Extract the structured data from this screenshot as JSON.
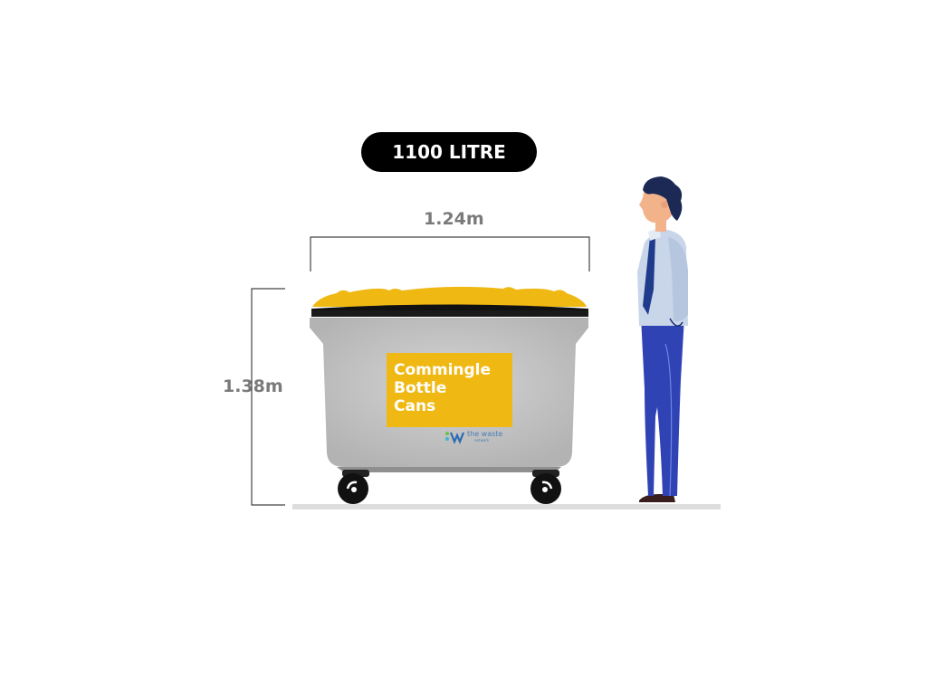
{
  "title_badge": "1100 LITRE",
  "dimensions": {
    "width_label": "1.24m",
    "height_label": "1.38m"
  },
  "bin": {
    "sign_lines": [
      "Commingle",
      "Bottle",
      "Cans"
    ],
    "brand_name": "the waste",
    "brand_sub": "network"
  },
  "colors": {
    "lid": "#efb813",
    "bin_body": "#c2c2c2",
    "badge": "#000000",
    "dimension_text": "#7a7a7a",
    "shirt": "#c9d6ea",
    "trousers": "#2f43b5",
    "tie": "#1e3b8c",
    "hair": "#1c2954"
  }
}
